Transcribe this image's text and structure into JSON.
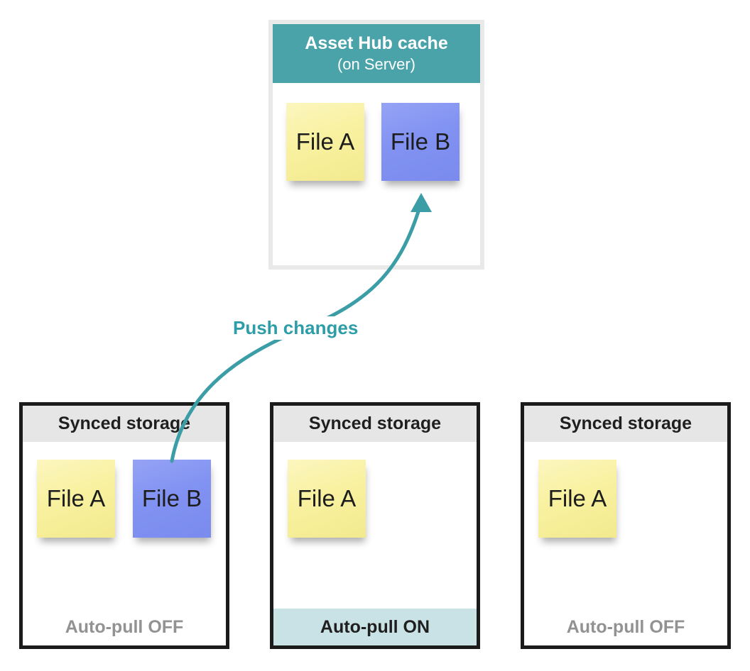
{
  "diagram": {
    "hub": {
      "title": "Asset Hub cache",
      "subtitle": "(on Server)",
      "notes": [
        {
          "label": "File A",
          "color": "yellow"
        },
        {
          "label": "File B",
          "color": "blue"
        }
      ]
    },
    "arrow": {
      "label": "Push changes"
    },
    "storage_boxes": [
      {
        "title": "Synced storage",
        "notes": [
          {
            "label": "File A",
            "color": "yellow"
          },
          {
            "label": "File B",
            "color": "blue"
          }
        ],
        "footer": "Auto-pull OFF",
        "auto_pull": "OFF"
      },
      {
        "title": "Synced storage",
        "notes": [
          {
            "label": "File A",
            "color": "yellow"
          }
        ],
        "footer": "Auto-pull ON",
        "auto_pull": "ON"
      },
      {
        "title": "Synced storage",
        "notes": [
          {
            "label": "File A",
            "color": "yellow"
          }
        ],
        "footer": "Auto-pull OFF",
        "auto_pull": "OFF"
      }
    ],
    "colors": {
      "teal-header": "#4BA3AA",
      "arrow-teal": "#3B9DA6",
      "label-teal": "#2E9DA7",
      "note-yellow": "#F8F1A0",
      "note-blue": "#8192F2",
      "band-gray": "#E6E6E6",
      "band-teal-light": "#C9E2E6",
      "border-black": "#1B1B1B",
      "border-gray": "#E9E9E9",
      "text-dark": "#1F1F1F",
      "text-gray": "#929292"
    }
  }
}
